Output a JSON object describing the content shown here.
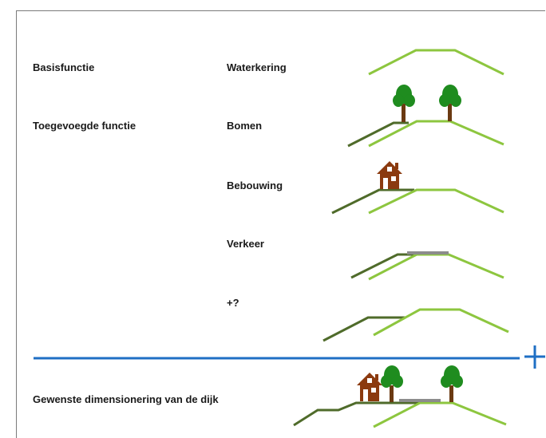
{
  "rows": [
    {
      "left": "Basisfunctie",
      "right": "Waterkering"
    },
    {
      "left": "Toegevoegde functie",
      "right": "Bomen"
    },
    {
      "left": "",
      "right": "Bebouwing"
    },
    {
      "left": "",
      "right": "Verkeer"
    },
    {
      "left": "",
      "right": "+?"
    }
  ],
  "result_label": "Gewenste dimensionering van de dijk",
  "plus_symbol": "+",
  "colors": {
    "dike_light": "#8dc63f",
    "dike_dark": "#4f6b2a",
    "tree_crown": "#1f8c1f",
    "tree_trunk": "#6b3a12",
    "house": "#8b3a0f",
    "road": "#8c8c8c",
    "divider": "#1f6fc4"
  }
}
